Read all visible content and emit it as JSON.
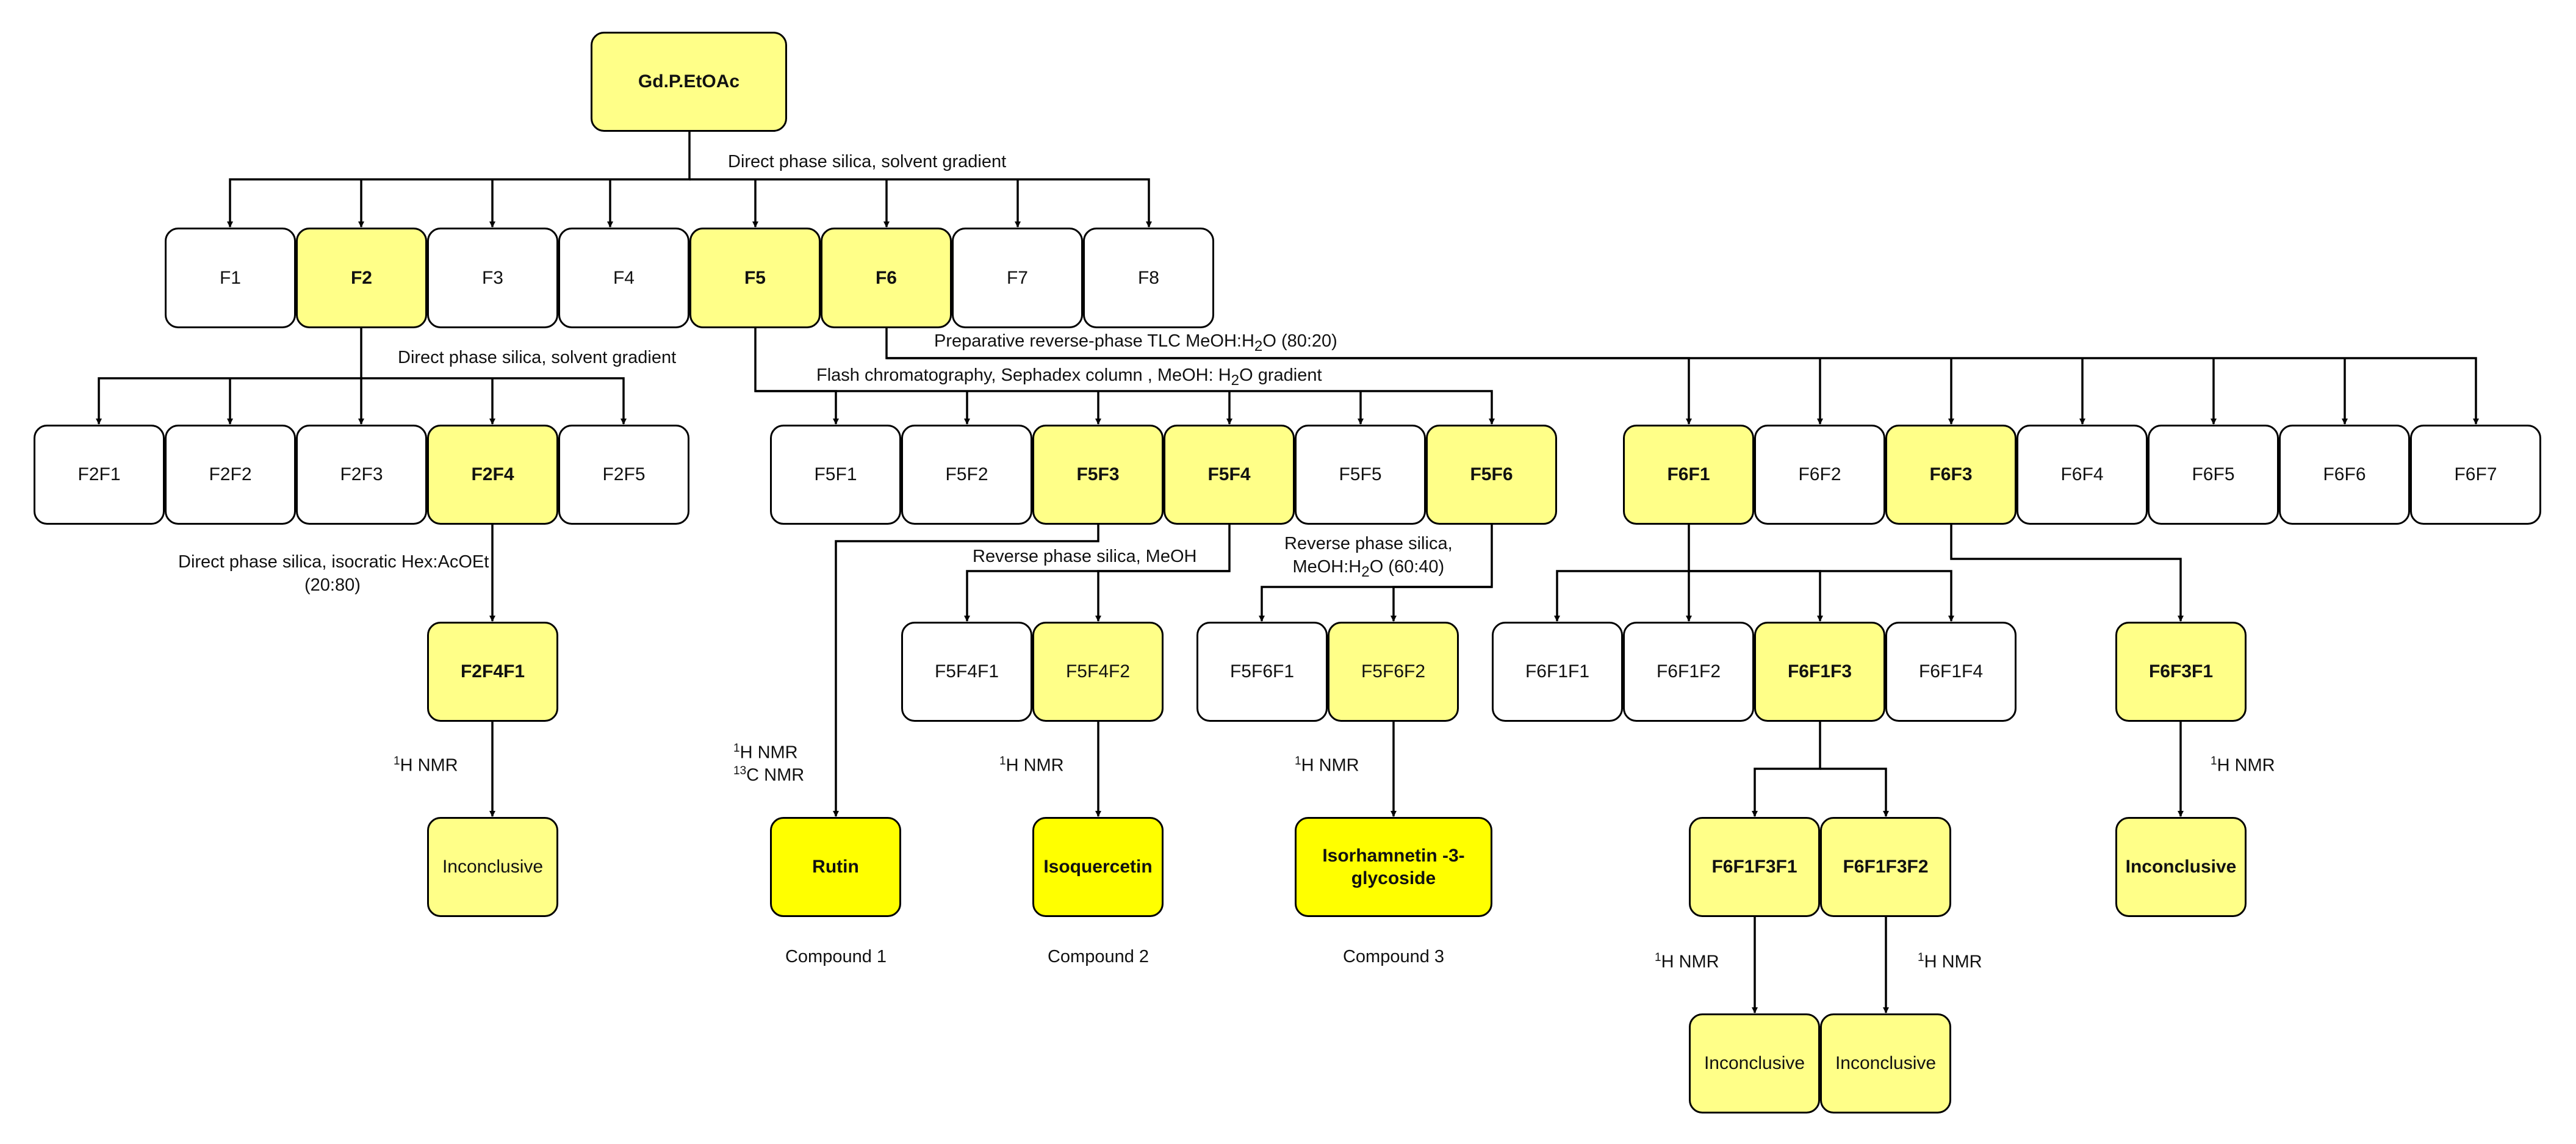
{
  "colors": {
    "light_highlight": "#ffff88",
    "strong_highlight": "#ffff00",
    "line": "#000000"
  },
  "nodes": {
    "root": "Gd.P.EtOAc",
    "f1": "F1",
    "f2": "F2",
    "f3": "F3",
    "f4": "F4",
    "f5": "F5",
    "f6": "F6",
    "f7": "F7",
    "f8": "F8",
    "f2f1": "F2F1",
    "f2f2": "F2F2",
    "f2f3": "F2F3",
    "f2f4": "F2F4",
    "f2f5": "F2F5",
    "f5f1": "F5F1",
    "f5f2": "F5F2",
    "f5f3": "F5F3",
    "f5f4": "F5F4",
    "f5f5": "F5F5",
    "f5f6": "F5F6",
    "f6f1": "F6F1",
    "f6f2": "F6F2",
    "f6f3": "F6F3",
    "f6f4": "F6F4",
    "f6f5": "F6F5",
    "f6f6": "F6F6",
    "f6f7": "F6F7",
    "f2f4f1": "F2F4F1",
    "f5f4f1": "F5F4F1",
    "f5f4f2": "F5F4F2",
    "f5f6f1": "F5F6F1",
    "f5f6f2": "F5F6F2",
    "f6f1f1": "F6F1F1",
    "f6f1f2": "F6F1F2",
    "f6f1f3": "F6F1F3",
    "f6f1f4": "F6F1F4",
    "f6f3f1": "F6F3F1",
    "f6f1f3f1": "F6F1F3F1",
    "f6f1f3f2": "F6F1F3F2",
    "inconclusive_f2": "Inconclusive",
    "rutin": "Rutin",
    "isoquercetin": "Isoquercetin",
    "isorhamnetin": "Isorhamnetin -3-glycoside",
    "inconclusive_f6f3": "Inconclusive",
    "inconclusive_a": "Inconclusive",
    "inconclusive_b": "Inconclusive"
  },
  "labels": {
    "root_method": "Direct phase silica, solvent gradient",
    "f2_method": "Direct phase silica, solvent gradient",
    "f6_method": {
      "before": "Preparative reverse-phase TLC MeOH:H",
      "sub": "2",
      "after": "O (80:20)"
    },
    "f5_method": {
      "before": "Flash chromatography, Sephadex column , MeOH: H",
      "sub": "2",
      "after": "O gradient"
    },
    "f2f4_method_line1": "Direct phase silica, isocratic Hex:AcOEt",
    "f2f4_method_line2": "(20:80)",
    "f5f4_method": "Reverse phase silica, MeOH",
    "f5f6_method_line1": "Reverse phase silica,",
    "f5f6_method_line2": {
      "before": "MeOH:H",
      "sub": "2",
      "after": "O (60:40)"
    },
    "compound1": "Compound 1",
    "compound2": "Compound 2",
    "compound3": "Compound 3"
  },
  "nmr": {
    "h_sup": "1",
    "h_text": "H NMR",
    "c_sup": "13",
    "c_text": "C NMR"
  }
}
